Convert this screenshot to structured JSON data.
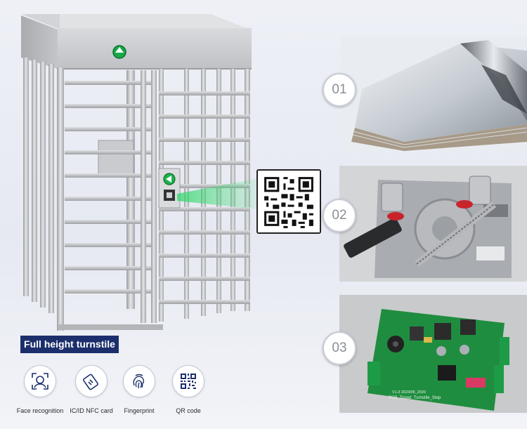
{
  "product": {
    "title": "Full height turnstile"
  },
  "features": [
    {
      "label": "Face recognition",
      "icon": "face-recognition-icon"
    },
    {
      "label": "IC/ID NFC card",
      "icon": "nfc-card-icon"
    },
    {
      "label": "Fingerprint",
      "icon": "fingerprint-icon"
    },
    {
      "label": "QR code",
      "icon": "qr-code-icon"
    }
  ],
  "components": [
    {
      "number": "01",
      "image": "stainless-steel-sheets"
    },
    {
      "number": "02",
      "image": "turnstile-mechanism"
    },
    {
      "number": "03",
      "image": "control-board-pcb"
    }
  ],
  "pcb": {
    "print_text": "PCB_Tripod_Turnstile_Step",
    "version_text": "V1.3 2023/05_2020"
  },
  "colors": {
    "label_bg": "#1c2f6c",
    "indicator_green": "#1bb24a",
    "pcb_green": "#1f8d3f",
    "scan_beam": "#2fd86a"
  }
}
